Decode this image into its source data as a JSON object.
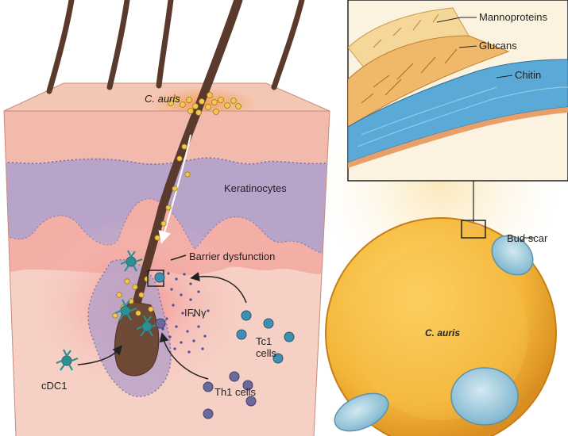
{
  "labels": {
    "c_auris_skin": "C. auris",
    "keratinocytes": "Keratinocytes",
    "barrier_dysfunction": "Barrier dysfunction",
    "ifny": "IFNγ",
    "tc1_cells": "Tc1\ncells",
    "th1_cells": "Th1 cells",
    "cdc1": "cDC1",
    "mannoproteins": "Mannoproteins",
    "glucans": "Glucans",
    "chitin": "Chitin",
    "bud_scar": "Bud scar",
    "c_auris_cell": "C. auris"
  },
  "colors": {
    "epidermis_pink": "#f2b9ad",
    "dermis_purple": "#b9a4c9",
    "deep_dermis_pink": "#f6cfc5",
    "hair_brown": "#5a3a2c",
    "fungus_yellow": "#f2c94c",
    "cell_yellow": "#f4b63a",
    "chitin_blue": "#5aa9d6",
    "glucan_orange": "#f0b86a",
    "mannoprotein_tan": "#f5d79a",
    "bud_scar_blue": "#9cc8dc",
    "t_cell_blue": "#3f8fb0",
    "th1_purple": "#6a6b9a",
    "dc_teal": "#2f8f92",
    "ifn_dots": "#4a4f96"
  },
  "icons": [
    "dendritic-cell-icon",
    "tc1-cell-icon",
    "th1-cell-icon",
    "fungus-cluster-icon"
  ]
}
